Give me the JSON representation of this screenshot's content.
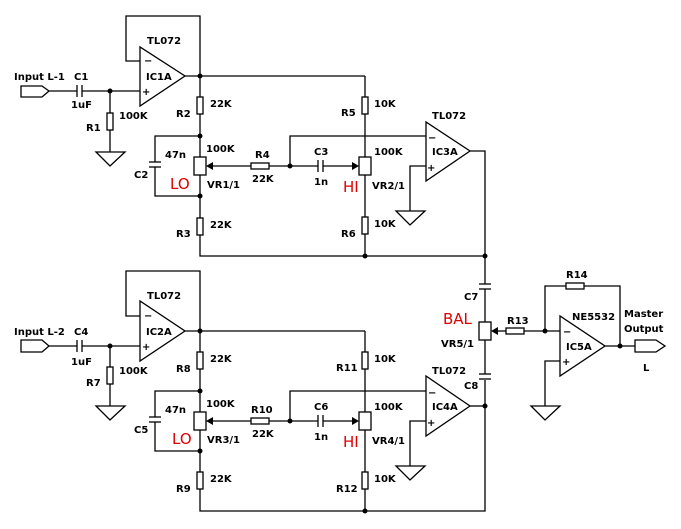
{
  "diagram": {
    "type": "circuit-schematic",
    "colors": {
      "wire": "#000000",
      "control_label": "#e00000",
      "background": "#ffffff"
    },
    "channel1": {
      "input_label": "Input L-1",
      "buffer": {
        "ref": "IC1A",
        "part": "TL072"
      },
      "c_in": {
        "ref": "C1",
        "value": "1uF"
      },
      "r_bias": {
        "ref": "R1",
        "value": "100K"
      },
      "r_top": {
        "ref": "R2",
        "value": "22K"
      },
      "r_bot": {
        "ref": "R3",
        "value": "22K"
      },
      "c_lo": {
        "ref": "C2",
        "value": "47n"
      },
      "pot_lo": {
        "ref": "VR1/1",
        "value": "100K",
        "label": "LO"
      },
      "r_mid": {
        "ref": "R4",
        "value": "22K"
      },
      "c_hi": {
        "ref": "C3",
        "value": "1n"
      },
      "pot_hi": {
        "ref": "VR2/1",
        "value": "100K",
        "label": "HI"
      },
      "r_hi_top": {
        "ref": "R5",
        "value": "10K"
      },
      "r_hi_bot": {
        "ref": "R6",
        "value": "10K"
      },
      "tone_amp": {
        "ref": "IC3A",
        "part": "TL072"
      }
    },
    "channel2": {
      "input_label": "Input L-2",
      "buffer": {
        "ref": "IC2A",
        "part": "TL072"
      },
      "c_in": {
        "ref": "C4",
        "value": "1uF"
      },
      "r_bias": {
        "ref": "R7",
        "value": "100K"
      },
      "r_top": {
        "ref": "R8",
        "value": "22K"
      },
      "r_bot": {
        "ref": "R9",
        "value": "22K"
      },
      "c_lo": {
        "ref": "C5",
        "value": "47n"
      },
      "pot_lo": {
        "ref": "VR3/1",
        "value": "100K",
        "label": "LO"
      },
      "r_mid": {
        "ref": "R10",
        "value": "22K"
      },
      "c_hi": {
        "ref": "C6",
        "value": "1n"
      },
      "pot_hi": {
        "ref": "VR4/1",
        "value": "100K",
        "label": "HI"
      },
      "r_hi_top": {
        "ref": "R11",
        "value": "10K"
      },
      "r_hi_bot": {
        "ref": "R12",
        "value": "10K"
      },
      "tone_amp": {
        "ref": "IC4A",
        "part": "TL072"
      }
    },
    "mixer": {
      "c_top": "C7",
      "c_bot": "C8",
      "pot_bal": {
        "ref": "VR5/1",
        "label": "BAL"
      },
      "r_in": "R13",
      "r_fb": "R14",
      "amp": {
        "ref": "IC5A",
        "part": "NE5532"
      },
      "output_label_1": "Master",
      "output_label_2": "Output",
      "output_channel": "L"
    },
    "opamp_minus": "−",
    "opamp_plus": "+"
  }
}
